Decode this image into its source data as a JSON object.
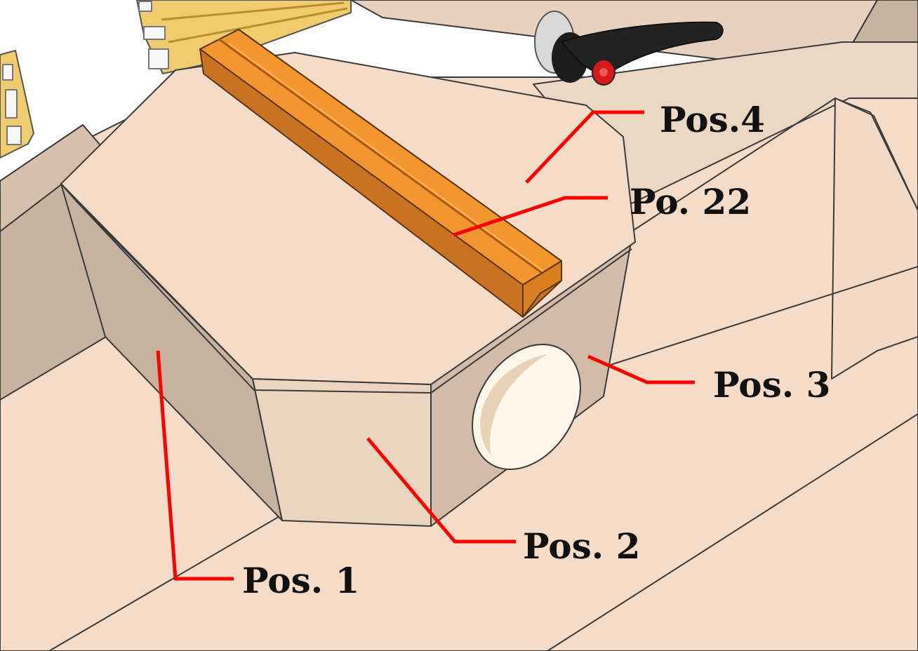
{
  "colors": {
    "background": "#ffffff",
    "floor": "#f5dcc9",
    "wall": "#c8b2a0",
    "box_top": "#f5dcc9",
    "box_left": "#c7b19f",
    "box_front": "#ecd5c0",
    "box_right": "#d2bba8",
    "rail": "#f3962f",
    "rail_dark": "#c9721f",
    "profile": "#f0cc6e",
    "leader": "#ff0000",
    "label": "#111111",
    "outline": "#3a3a3a"
  },
  "icons": [
    "clamping-lever-icon",
    "aluminium-profile-icon",
    "t-slot-rail-icon"
  ],
  "labels": {
    "pos4": "Pos.4",
    "po22": "Po. 22",
    "pos3": "Pos. 3",
    "pos2": "Pos. 2",
    "pos1": "Pos. 1"
  }
}
